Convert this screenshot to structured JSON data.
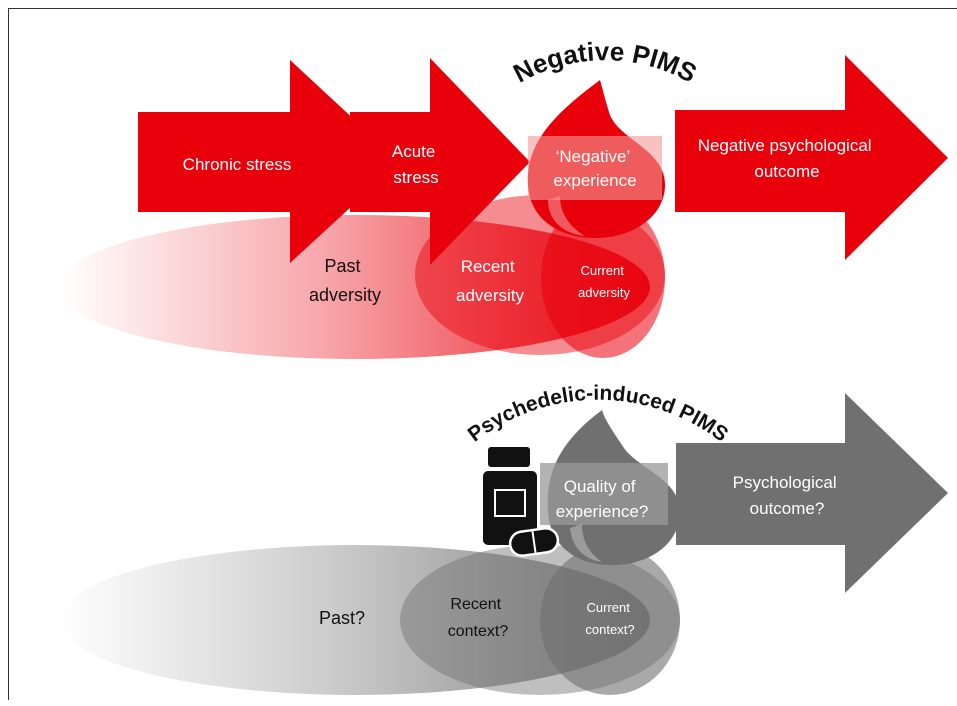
{
  "colors": {
    "red": "#e8000b",
    "gray": "#707070",
    "black": "#111111"
  },
  "top": {
    "title": "Negative PIMS",
    "chronic_label": "Chronic stress",
    "acute_label": [
      "Acute",
      "stress"
    ],
    "experience_label": [
      "‘Negative’",
      "experience"
    ],
    "outcome_label": [
      "Negative psychological",
      "outcome"
    ],
    "past_label": [
      "Past",
      "adversity"
    ],
    "recent_label": [
      "Recent",
      "adversity"
    ],
    "current_label": [
      "Current",
      "adversity"
    ]
  },
  "bottom": {
    "title": "Psychedelic-induced PIMS",
    "icon": "pill-bottle-icon",
    "experience_label": [
      "Quality of",
      "experience?"
    ],
    "outcome_label": [
      "Psychological",
      "outcome?"
    ],
    "past_label": "Past?",
    "recent_label": [
      "Recent",
      "context?"
    ],
    "current_label": [
      "Current",
      "context?"
    ]
  }
}
